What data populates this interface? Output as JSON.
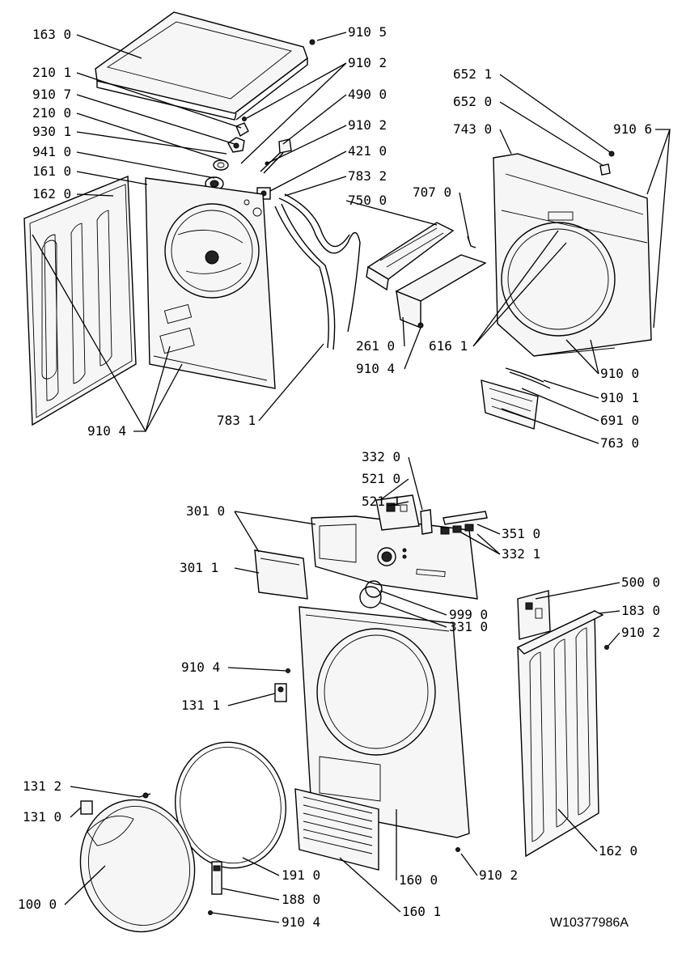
{
  "document_number": "W10377986A",
  "labels": {
    "l_163_0": "163 0",
    "l_9105_top": "910 5",
    "l_210_1": "210 1",
    "l_9102_a": "910 2",
    "l_910_7": "910 7",
    "l_490_0": "490 0",
    "l_210_0": "210 0",
    "l_9102_b": "910 2",
    "l_930_1": "930 1",
    "l_941_0": "941 0",
    "l_421_0": "421 0",
    "l_161_0": "161 0",
    "l_783_2": "783 2",
    "l_162_0_left": "162 0",
    "l_750_0": "750 0",
    "l_707_0": "707 0",
    "l_652_1": "652 1",
    "l_652_0": "652 0",
    "l_743_0": "743 0",
    "l_910_6": "910 6",
    "l_261_0": "261 0",
    "l_9104_mid": "910 4",
    "l_616_1": "616 1",
    "l_910_0": "910 0",
    "l_910_1": "910 1",
    "l_691_0": "691 0",
    "l_763_0": "763 0",
    "l_9104_left": "910 4",
    "l_783_1": "783 1",
    "l_332_0": "332 0",
    "l_521_0": "521 0",
    "l_521_1": "521 1",
    "l_301_0": "301 0",
    "l_351_0": "351 0",
    "l_332_1": "332 1",
    "l_301_1": "301 1",
    "l_500_0": "500 0",
    "l_999_0": "999 0",
    "l_183_0": "183 0",
    "l_331_0": "331 0",
    "l_9102_right": "910 2",
    "l_9104_lower": "910 4",
    "l_131_1": "131 1",
    "l_131_2": "131 2",
    "l_131_0": "131 0",
    "l_162_0_right": "162 0",
    "l_191_0": "191 0",
    "l_160_0": "160 0",
    "l_9102_bottom": "910 2",
    "l_100_0": "100 0",
    "l_188_0": "188 0",
    "l_160_1": "160 1",
    "l_9104_bottom": "910 4"
  }
}
